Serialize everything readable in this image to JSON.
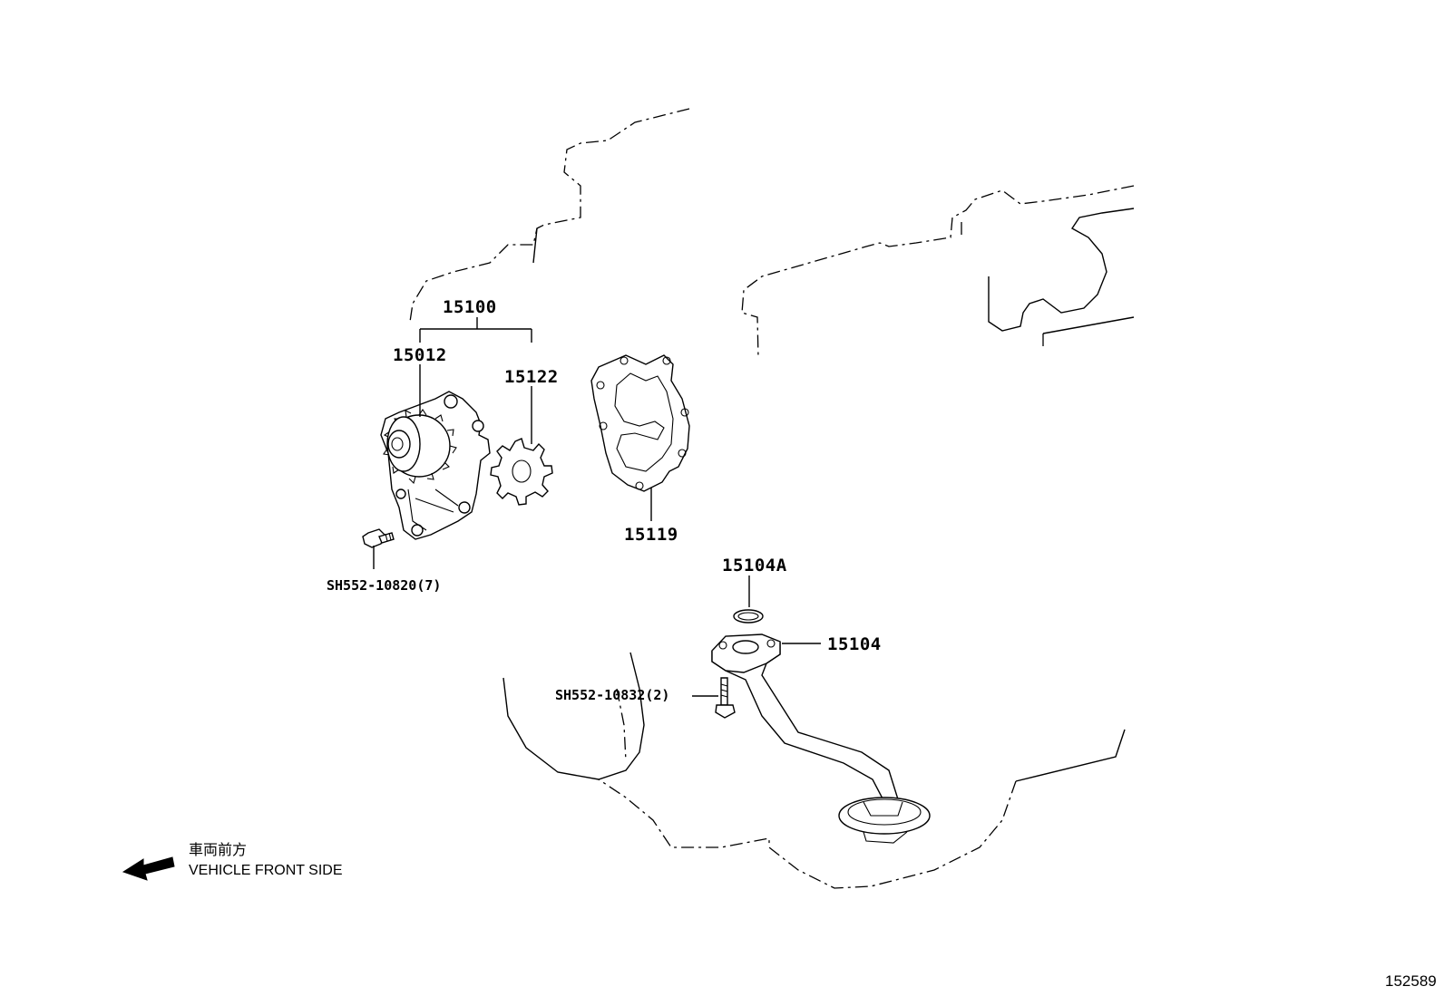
{
  "diagram": {
    "parts": {
      "oil_pump_assembly": "15100",
      "oil_pump_body": "15012",
      "driven_rotor": "15122",
      "gasket": "15119",
      "strainer_gasket": "15104A",
      "oil_strainer": "15104",
      "pump_bolt": "SH552-10820(7)",
      "strainer_bolt": "SH552-10832(2)"
    },
    "direction": {
      "japanese": "車両前方",
      "english": "VEHICLE FRONT SIDE"
    },
    "diagram_id": "152589"
  }
}
